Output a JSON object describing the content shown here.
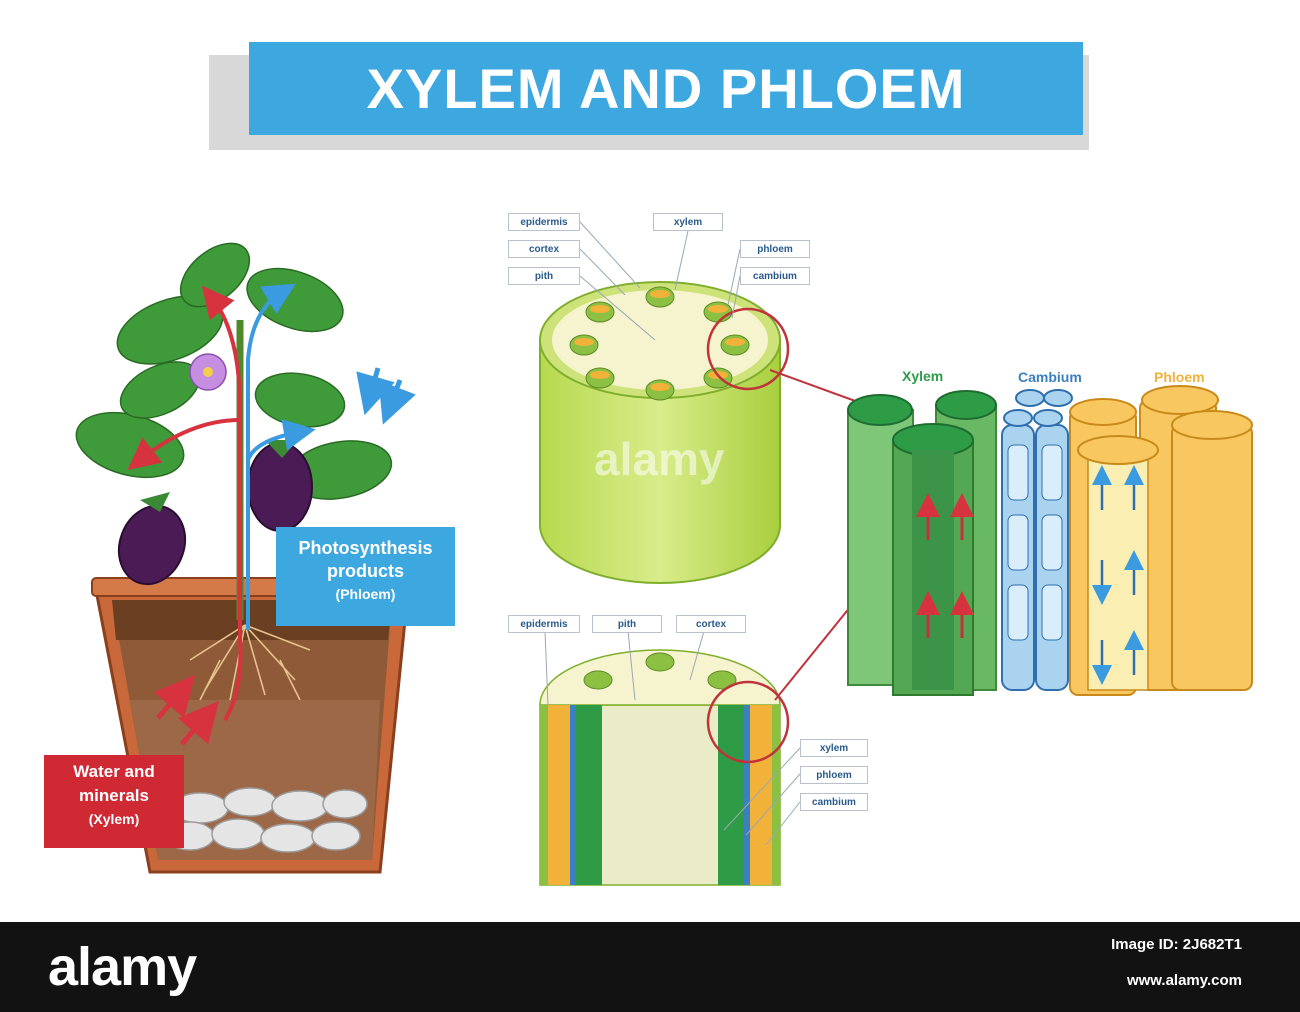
{
  "title": "XYLEM AND PHLOEM",
  "plant": {
    "phloem_label": {
      "line1": "Photosynthesis",
      "line2": "products",
      "line3": "(Phloem)"
    },
    "xylem_label": {
      "line1": "Water and",
      "line2": "minerals",
      "line3": "(Xylem)"
    }
  },
  "cross_section_labels": {
    "epidermis": "epidermis",
    "xylem": "xylem",
    "cortex": "cortex",
    "phloem": "phloem",
    "pith": "pith",
    "cambium": "cambium"
  },
  "longitudinal_labels": {
    "epidermis": "epidermis",
    "pith": "pith",
    "cortex": "cortex",
    "xylem": "xylem",
    "phloem": "phloem",
    "cambium": "cambium"
  },
  "tissues": [
    {
      "name": "Xylem",
      "color": "#2e9c47"
    },
    {
      "name": "Cambium",
      "color": "#3b7fc0"
    },
    {
      "name": "Phloem",
      "color": "#f2b23a"
    }
  ],
  "colors": {
    "title_bar": "#3da8df",
    "phloem_box": "#3da8df",
    "xylem_box": "#cf2a34"
  },
  "watermark": "alamy",
  "footer": {
    "logo": "alamy",
    "image_id": "Image ID: 2J682T1",
    "url": "www.alamy.com"
  }
}
